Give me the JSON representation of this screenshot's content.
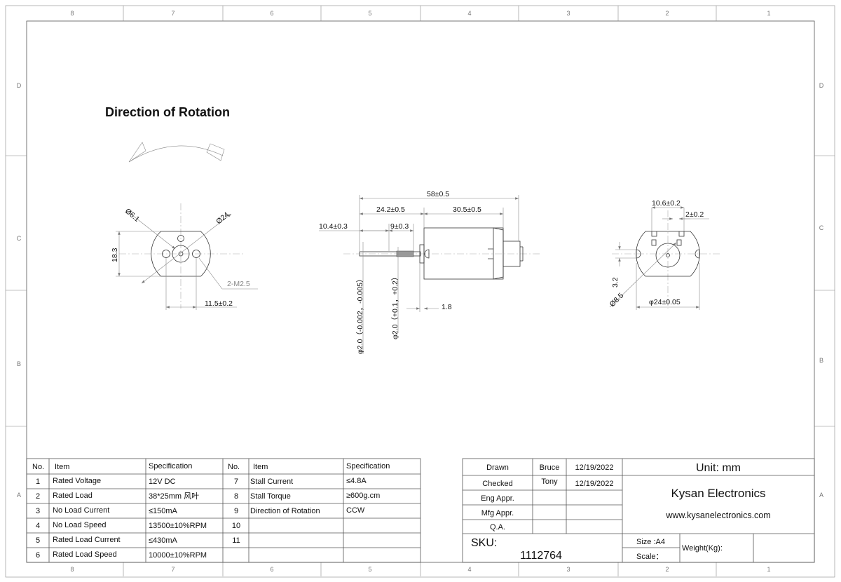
{
  "frame": {
    "zones_top": [
      "8",
      "7",
      "6",
      "5",
      "4",
      "3",
      "2",
      "1"
    ],
    "zones_side": [
      "D",
      "C",
      "B",
      "A"
    ]
  },
  "drawing": {
    "title": "Direction of Rotation",
    "front_view": {
      "dia_bearing": "Ø6.1",
      "dia_body": "Ø24",
      "height": "18.3",
      "threads": "2-M2.5",
      "hole_spacing": "11.5±0.2"
    },
    "side_view": {
      "overall_length": "58±0.5",
      "front_length": "24.2±0.5",
      "body_length": "30.5±0.5",
      "shaft_length": "10.4±0.3",
      "knurl_length": "9±0.3",
      "shaft_dia": "φ2.0（-0.002，-0.005）",
      "knurl_dia": "φ2.0（+0.1，+0.2）",
      "bushing": "1.8"
    },
    "rear_view": {
      "terminal_spacing": "10.6±0.2",
      "terminal_width": "2±0.2",
      "slot": "3.2",
      "dia_cap": "Ø8.5",
      "dia_body": "φ24±0.05"
    }
  },
  "spec_table": {
    "headers": [
      "No.",
      "Item",
      "Specification",
      "No.",
      "Item",
      "Specification"
    ],
    "left_rows": [
      {
        "no": "1",
        "item": "Rated Voltage",
        "spec": "12V DC"
      },
      {
        "no": "2",
        "item": "Rated  Load",
        "spec": "38*25mm 风叶"
      },
      {
        "no": "3",
        "item": "No Load Current",
        "spec": "≤150mA"
      },
      {
        "no": "4",
        "item": "No Load Speed",
        "spec": "13500±10%RPM"
      },
      {
        "no": "5",
        "item": "Rated Load Current",
        "spec": "≤430mA"
      },
      {
        "no": "6",
        "item": "Rated Load Speed",
        "spec": "10000±10%RPM"
      }
    ],
    "right_rows": [
      {
        "no": "7",
        "item": "Stall Current",
        "spec": "≤4.8A"
      },
      {
        "no": "8",
        "item": "Stall Torque",
        "spec": "≥600g.cm"
      },
      {
        "no": "9",
        "item": "Direction of Rotation",
        "spec": "CCW"
      },
      {
        "no": "10",
        "item": "",
        "spec": ""
      },
      {
        "no": "11",
        "item": "",
        "spec": ""
      },
      {
        "no": "",
        "item": "",
        "spec": ""
      }
    ]
  },
  "title_block": {
    "rows": [
      {
        "role": "Drawn",
        "name": "Bruce",
        "date": "12/19/2022"
      },
      {
        "role": "Checked",
        "name": "Tony",
        "date": "12/19/2022"
      },
      {
        "role": "Eng Appr.",
        "name": "",
        "date": ""
      },
      {
        "role": "Mfg Appr.",
        "name": "",
        "date": ""
      },
      {
        "role": "Q.A.",
        "name": "",
        "date": ""
      }
    ],
    "unit": "Unit: mm",
    "company": "Kysan Electronics",
    "website": "www.kysanelectronics.com",
    "sku_label": "SKU:",
    "sku": "1112764",
    "size": "Size :A4",
    "scale": "Scale：",
    "weight": "Weight(Kg):"
  }
}
